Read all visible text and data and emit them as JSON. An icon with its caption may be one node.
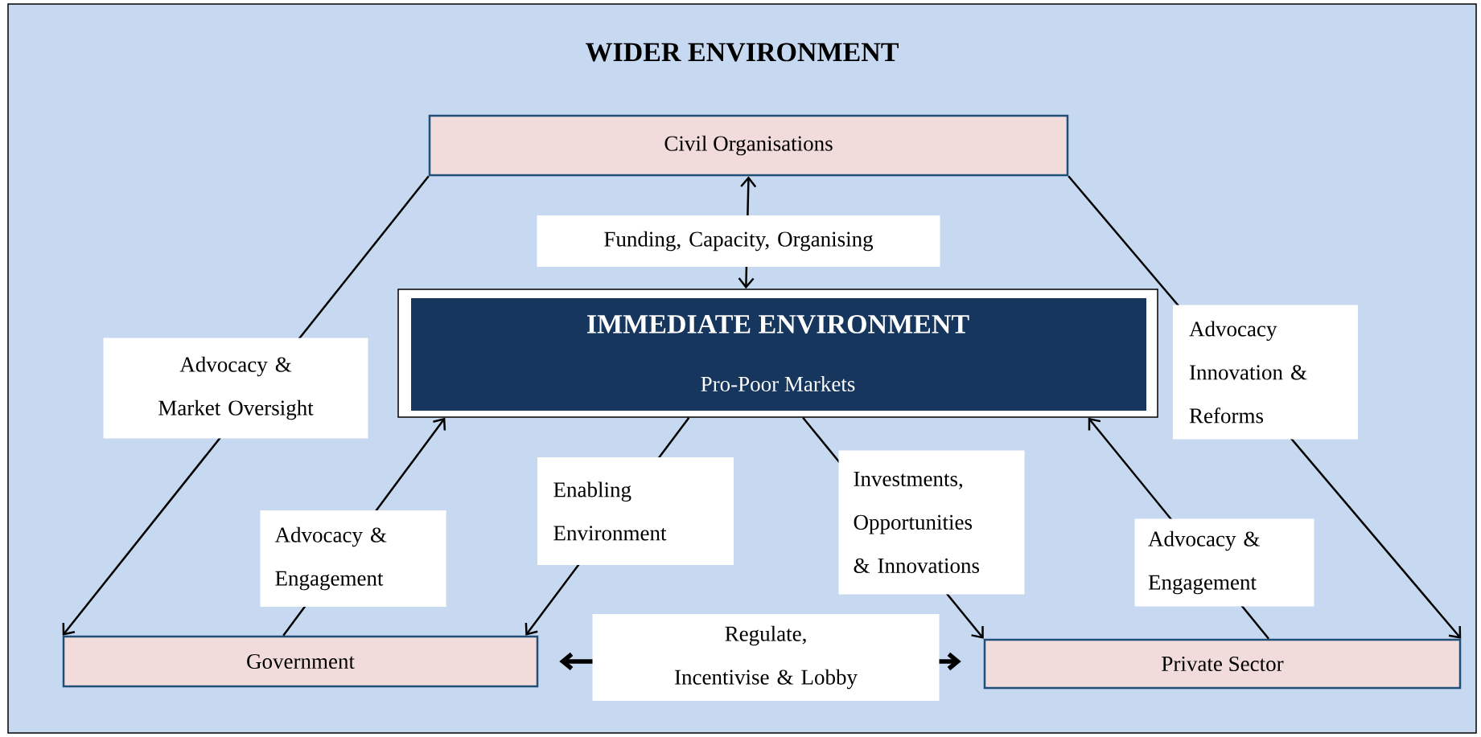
{
  "diagram": {
    "nodes": [
      {
        "text": [
          "WIDER ENVIRONMENT"
        ]
      },
      {
        "text": [
          "Civil Organisations"
        ],
        "in": 0
      },
      {
        "text": [
          "IMMEDIATE ENVIRONMENT",
          "Pro-Poor Markets"
        ],
        "in": 0
      },
      {
        "text": [
          "Government"
        ],
        "in": 0
      },
      {
        "text": [
          "Private Sector"
        ],
        "in": 0
      }
    ],
    "edges": [
      {
        "from": 1,
        "to": 2,
        "arrow": "both",
        "label": "Funding, Capacity, Organising"
      },
      {
        "from": 1,
        "to": 3,
        "arrow": "to",
        "label": "Advocacy & Market Oversight"
      },
      {
        "from": 1,
        "to": 4,
        "arrow": "to",
        "label": "Advocacy Innovation & Reforms"
      },
      {
        "from": 3,
        "to": 2,
        "arrow": "to",
        "label": "Advocacy & Engagement"
      },
      {
        "from": 2,
        "to": 3,
        "arrow": "to",
        "label": "Enabling Environment"
      },
      {
        "from": 2,
        "to": 4,
        "arrow": "to",
        "label": "Investments, Opportunities & Innovations"
      },
      {
        "from": 4,
        "to": 2,
        "arrow": "to",
        "label": "Advocacy & Engagement"
      },
      {
        "from": 3,
        "to": 4,
        "arrow": "both",
        "label": "Regulate, Incentivise & Lobby",
        "style": "thick"
      }
    ]
  }
}
